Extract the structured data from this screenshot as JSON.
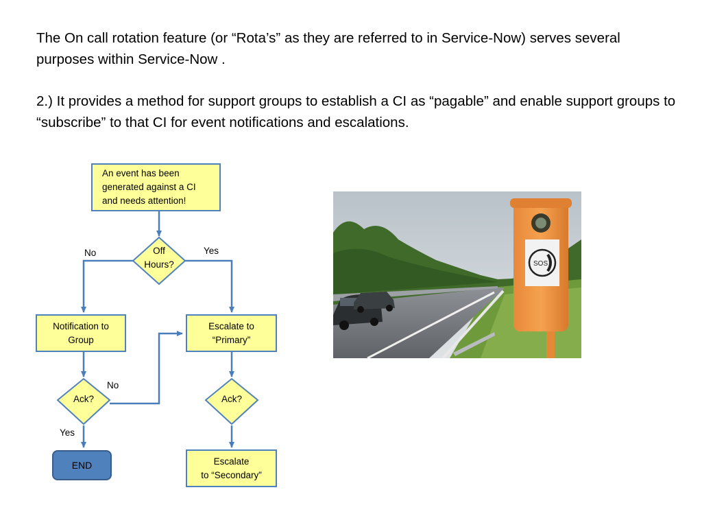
{
  "slide": {
    "paragraph1": "The On call rotation feature (or “Rota’s” as they are referred to in Service-Now) serves several purposes within Service-Now .",
    "paragraph2": "2.) It provides a method for support groups to establish a CI as “pagable” and enable support groups to “subscribe”  to that CI for event notifications and escalations."
  },
  "flowchart": {
    "start": "An event has been\ngenerated against a CI\nand needs attention!",
    "decision_off_hours": "Off\nHours?",
    "label_no_left": "No",
    "label_yes_right": "Yes",
    "notification": "Notification to\nGroup",
    "escalate_primary": "Escalate  to\n“Primary”",
    "decision_ack_left": "Ack?",
    "decision_ack_right": "Ack?",
    "label_no_ack": "No",
    "label_yes_ack": "Yes",
    "end": "END",
    "escalate_secondary": "Escalate\nto “Secondary”"
  },
  "colors": {
    "box_fill": "#ffff99",
    "box_border": "#4f81bd",
    "end_fill": "#4f81bd",
    "connector": "#4a7ebb"
  },
  "photo": {
    "sign_text": "SOS"
  }
}
